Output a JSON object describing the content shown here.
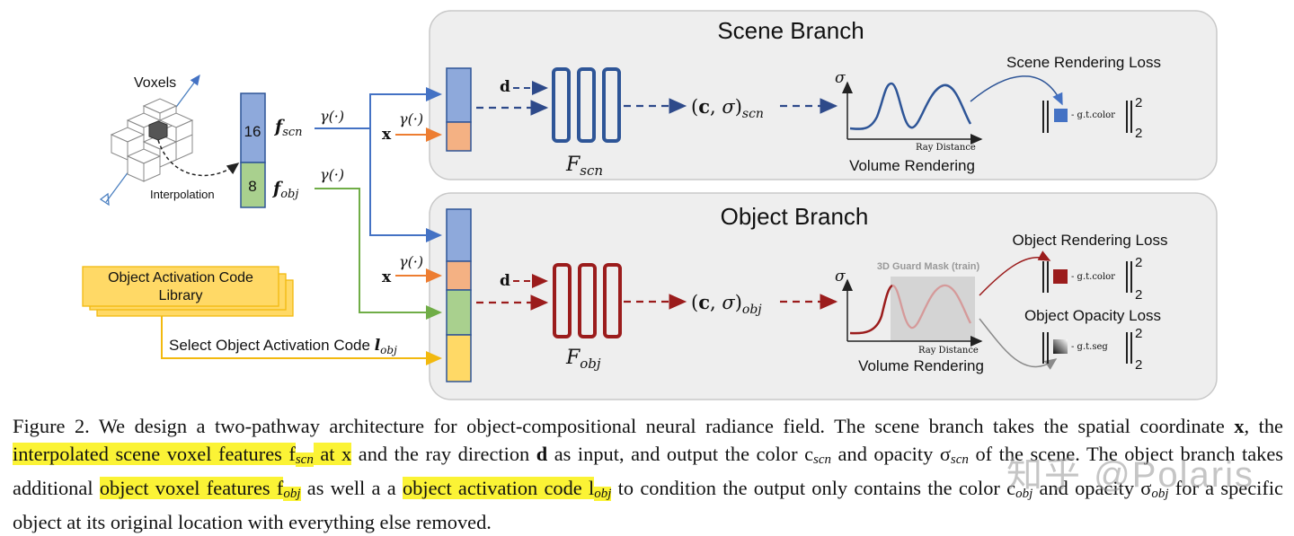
{
  "scene_branch": {
    "title": "Scene Branch",
    "network_label": "F_scn",
    "output_label": "(c, σ)scn",
    "loss_title": "Scene Rendering Loss",
    "gt_label": "- g.t.color"
  },
  "object_branch": {
    "title": "Object Branch",
    "network_label": "F_obj",
    "output_label": "(c, σ)obj",
    "mask_label": "3D Guard Mask (train)",
    "render_loss_title": "Object Rendering Loss",
    "opacity_loss_title": "Object Opacity Loss",
    "gt_color_label": "- g.t.color",
    "gt_seg_label": "- g.t.seg"
  },
  "inputs": {
    "voxels_label": "Voxels",
    "interpolation_label": "Interpolation",
    "feature_scn_dim": "16",
    "feature_obj_dim": "8",
    "f_scn_label": "f_scn",
    "f_obj_label": "f_obj",
    "gamma_label": "γ(·)",
    "x_label": "x",
    "d_label": "d",
    "library_label_line1": "Object Activation Code",
    "library_label_line2": "Library",
    "select_label": "Select Object Activation Code l_obj"
  },
  "plots": {
    "sigma_label": "σ",
    "x_axis_label": "Ray Distance",
    "caption": "Volume Rendering"
  },
  "norm": {
    "sup": "2",
    "sub": "2"
  },
  "caption": {
    "segments": [
      {
        "text": "Figure 2.    We design a two-pathway architecture for object-compositional neural radiance field.  The scene branch takes the spatial coordinate ",
        "hl": false
      },
      {
        "text": "x",
        "hl": false,
        "b": true
      },
      {
        "text": ", the ",
        "hl": false
      },
      {
        "text": "interpolated scene voxel features f",
        "hl": true
      },
      {
        "text": "scn",
        "hl": true,
        "sub": true
      },
      {
        "text": " at x",
        "hl": true
      },
      {
        "text": " and the ray direction ",
        "hl": false
      },
      {
        "text": "d",
        "hl": false,
        "b": true
      },
      {
        "text": " as input, and output the color c",
        "hl": false
      },
      {
        "text": "scn",
        "hl": false,
        "sub": true
      },
      {
        "text": " and opacity σ",
        "hl": false
      },
      {
        "text": "scn",
        "hl": false,
        "sub": true
      },
      {
        "text": " of the scene. The object branch takes additional ",
        "hl": false
      },
      {
        "text": "object voxel features f",
        "hl": true
      },
      {
        "text": "obj",
        "hl": true,
        "sub": true
      },
      {
        "text": " as well a a ",
        "hl": false
      },
      {
        "text": "object activation code l",
        "hl": true
      },
      {
        "text": "obj",
        "hl": true,
        "sub": true
      },
      {
        "text": " to condition the output only contains the color c",
        "hl": false
      },
      {
        "text": "obj",
        "hl": false,
        "sub": true
      },
      {
        "text": " and opacity σ",
        "hl": false
      },
      {
        "text": "obj",
        "hl": false,
        "sub": true
      },
      {
        "text": " for a specific object at its original location with everything else removed.",
        "hl": false
      }
    ]
  },
  "watermark": "知乎 @Polaris",
  "colors": {
    "panel_fill": "#eeeeee",
    "blue": "#2e5597",
    "light_blue": "#8ea9db",
    "orange": "#f4b183",
    "green": "#a9d08e",
    "yellow": "#ffd966",
    "dark_red": "#9b1c1c",
    "highlight": "#fbf335"
  }
}
